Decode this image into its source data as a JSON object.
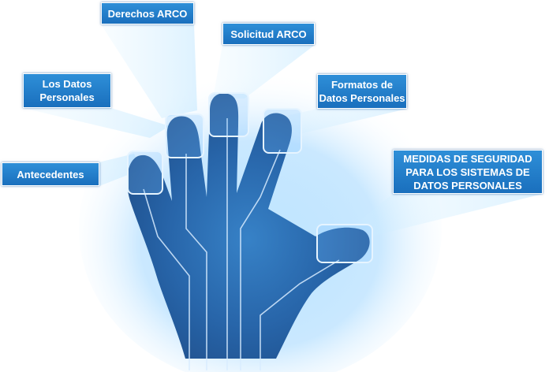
{
  "labels": {
    "derechos_arco": "Derechos ARCO",
    "solicitud_arco": "Solicitud ARCO",
    "los_datos_personales": "Los Datos\nPersonales",
    "formatos_datos_personales": "Formatos de\nDatos Personales",
    "antecedentes": "Antecedentes",
    "medidas_seguridad": "MEDIDAS DE SEGURIDAD\nPARA LOS SISTEMAS DE\nDATOS PERSONALES"
  },
  "colors": {
    "label_background": "#1f78c8",
    "label_text": "#ffffff",
    "hand": "#1d5fa8",
    "glow": "#8fd0ff",
    "circuit": "#d8ecff"
  },
  "illustration": {
    "subject": "hand-with-fingerprint-scan-icon"
  }
}
